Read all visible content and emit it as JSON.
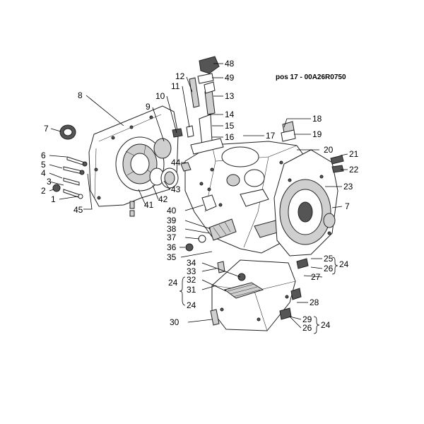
{
  "reference": "pos 17 - 00A26R0750",
  "callouts": [
    {
      "n": "1"
    },
    {
      "n": "2"
    },
    {
      "n": "3"
    },
    {
      "n": "4"
    },
    {
      "n": "5"
    },
    {
      "n": "6"
    },
    {
      "n": "7"
    },
    {
      "n": "7"
    },
    {
      "n": "8"
    },
    {
      "n": "9"
    },
    {
      "n": "10"
    },
    {
      "n": "11"
    },
    {
      "n": "12"
    },
    {
      "n": "13"
    },
    {
      "n": "14"
    },
    {
      "n": "15"
    },
    {
      "n": "16"
    },
    {
      "n": "17"
    },
    {
      "n": "18"
    },
    {
      "n": "19"
    },
    {
      "n": "20"
    },
    {
      "n": "21"
    },
    {
      "n": "22"
    },
    {
      "n": "23"
    },
    {
      "n": "24"
    },
    {
      "n": "24"
    },
    {
      "n": "24"
    },
    {
      "n": "24"
    },
    {
      "n": "25"
    },
    {
      "n": "26"
    },
    {
      "n": "26"
    },
    {
      "n": "27"
    },
    {
      "n": "28"
    },
    {
      "n": "29"
    },
    {
      "n": "30"
    },
    {
      "n": "31"
    },
    {
      "n": "32"
    },
    {
      "n": "33"
    },
    {
      "n": "34"
    },
    {
      "n": "35"
    },
    {
      "n": "36"
    },
    {
      "n": "37"
    },
    {
      "n": "38"
    },
    {
      "n": "39"
    },
    {
      "n": "40"
    },
    {
      "n": "41"
    },
    {
      "n": "42"
    },
    {
      "n": "43"
    },
    {
      "n": "44"
    },
    {
      "n": "45"
    },
    {
      "n": "48"
    },
    {
      "n": "49"
    }
  ]
}
